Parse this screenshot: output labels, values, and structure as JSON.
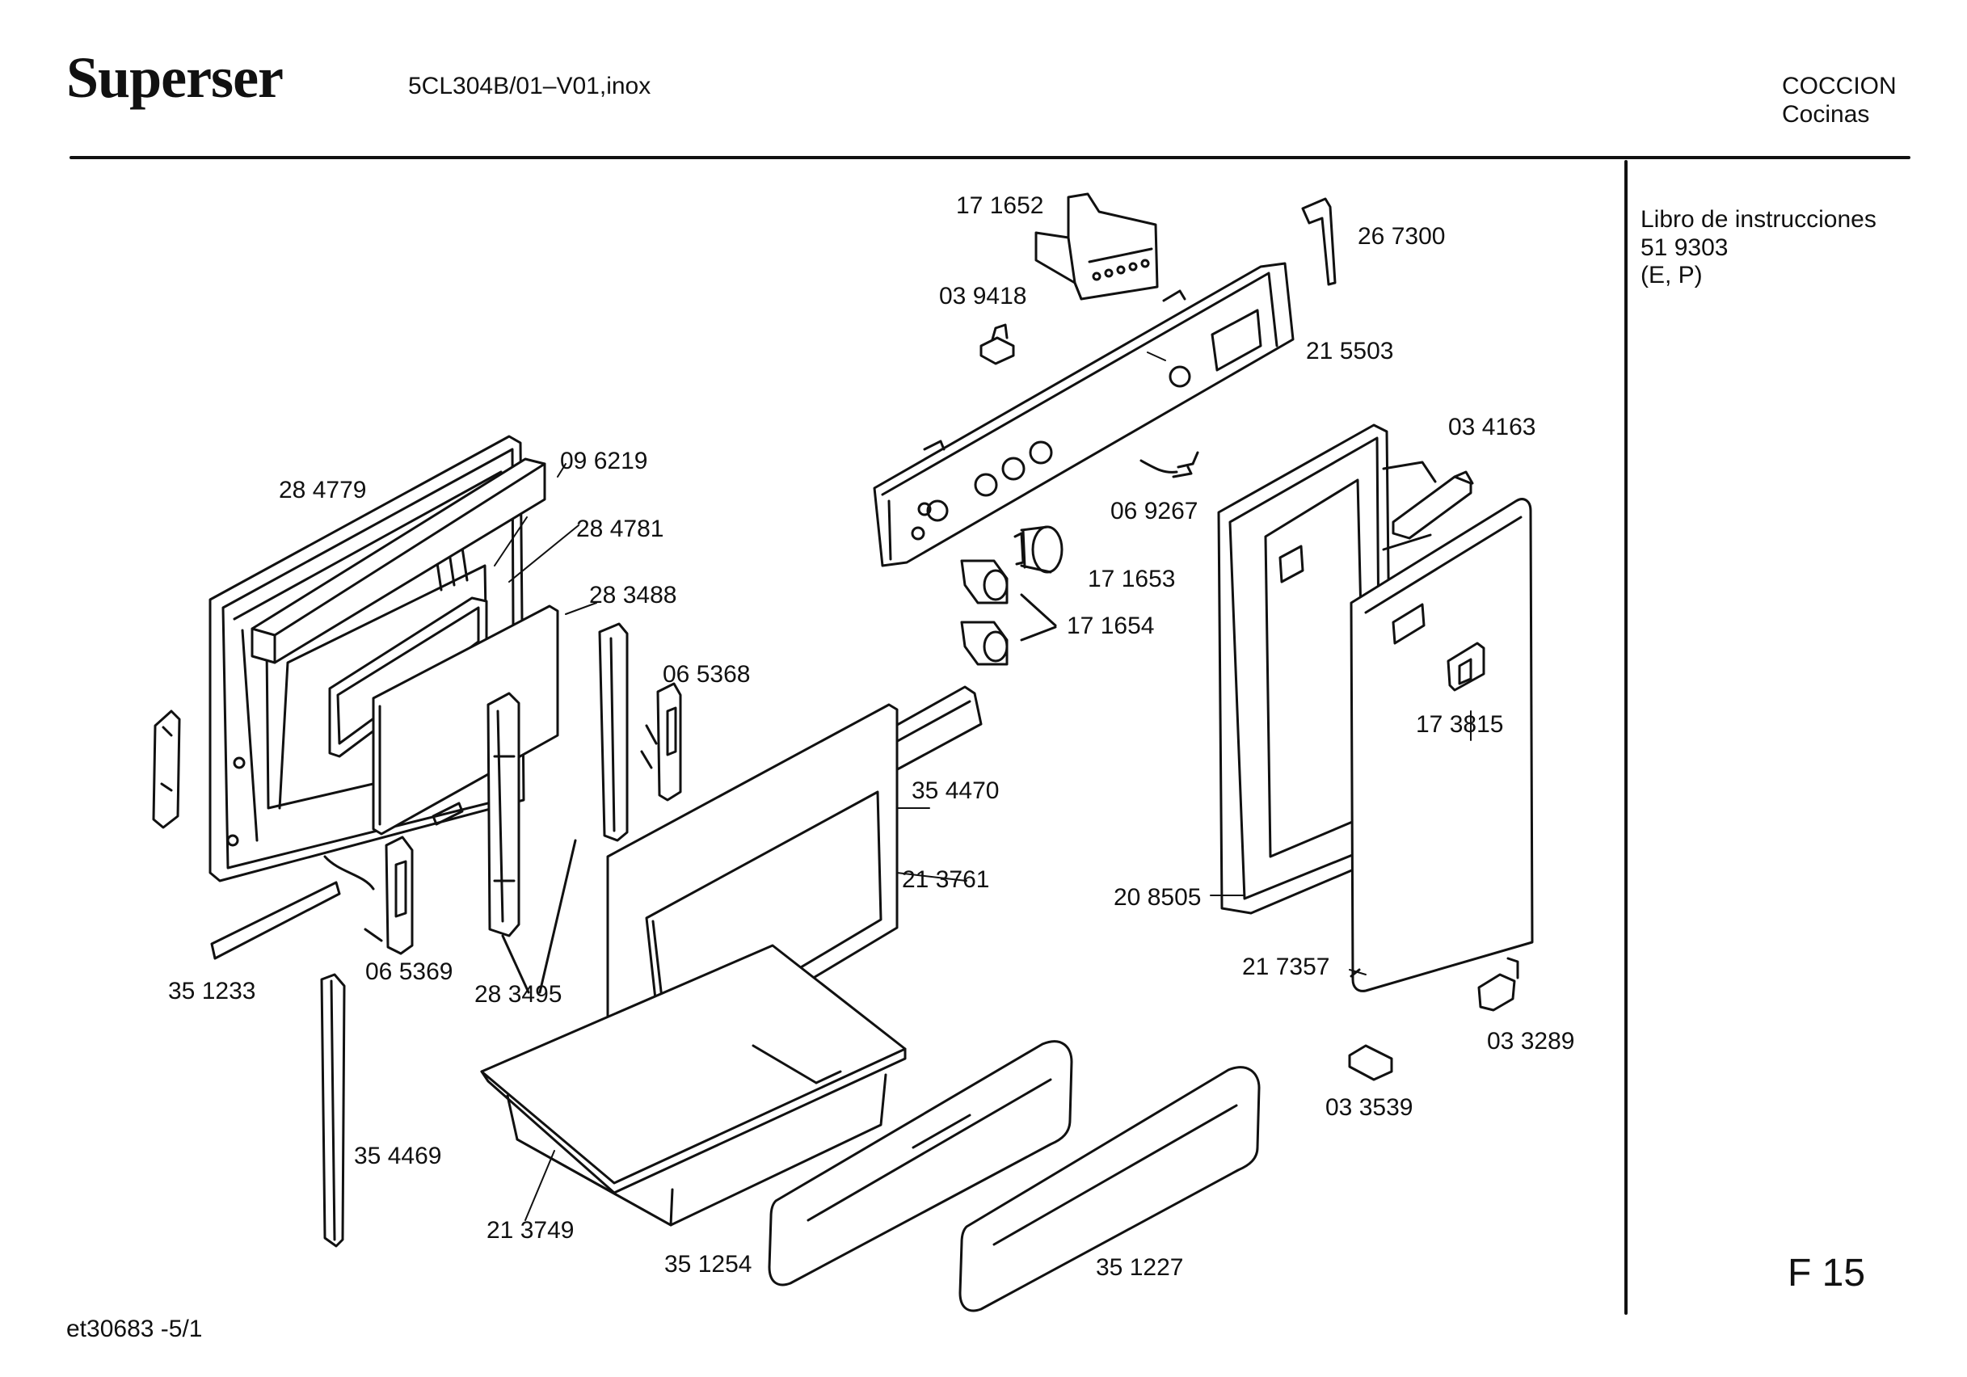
{
  "header": {
    "brand": "Superser",
    "model": "5CL304B/01–V01,inox",
    "category_1": "COCCION",
    "category_2": "Cocinas"
  },
  "sidebar": {
    "manual_title": "Libro de instrucciones",
    "manual_number": "51 9303",
    "manual_langs": "(E, P)",
    "page_code": "F 15"
  },
  "footer": {
    "drawing_id": "et30683  -5/1"
  },
  "parts": [
    {
      "id": "p171652",
      "number": "17 1652"
    },
    {
      "id": "p267300",
      "number": "26 7300"
    },
    {
      "id": "p039418",
      "number": "03 9418"
    },
    {
      "id": "p215503",
      "number": "21 5503"
    },
    {
      "id": "p284779",
      "number": "28 4779"
    },
    {
      "id": "p096219",
      "number": "09 6219"
    },
    {
      "id": "p034163",
      "number": "03 4163"
    },
    {
      "id": "p069267",
      "number": "06 9267"
    },
    {
      "id": "p284781",
      "number": "28 4781"
    },
    {
      "id": "p171653",
      "number": "17 1653"
    },
    {
      "id": "p283488",
      "number": "28 3488"
    },
    {
      "id": "p171654",
      "number": "17 1654"
    },
    {
      "id": "p065368",
      "number": "06 5368"
    },
    {
      "id": "p173815",
      "number": "17 3815"
    },
    {
      "id": "p354470",
      "number": "35 4470"
    },
    {
      "id": "p213761",
      "number": "21 3761"
    },
    {
      "id": "p208505",
      "number": "20 8505"
    },
    {
      "id": "p217357",
      "number": "21 7357"
    },
    {
      "id": "p351233",
      "number": "35 1233"
    },
    {
      "id": "p065369",
      "number": "06 5369"
    },
    {
      "id": "p283495",
      "number": "28 3495"
    },
    {
      "id": "p033289",
      "number": "03 3289"
    },
    {
      "id": "p033539",
      "number": "03 3539"
    },
    {
      "id": "p354469",
      "number": "35 4469"
    },
    {
      "id": "p213749",
      "number": "21 3749"
    },
    {
      "id": "p351254",
      "number": "35 1254"
    },
    {
      "id": "p351227",
      "number": "35 1227"
    }
  ]
}
